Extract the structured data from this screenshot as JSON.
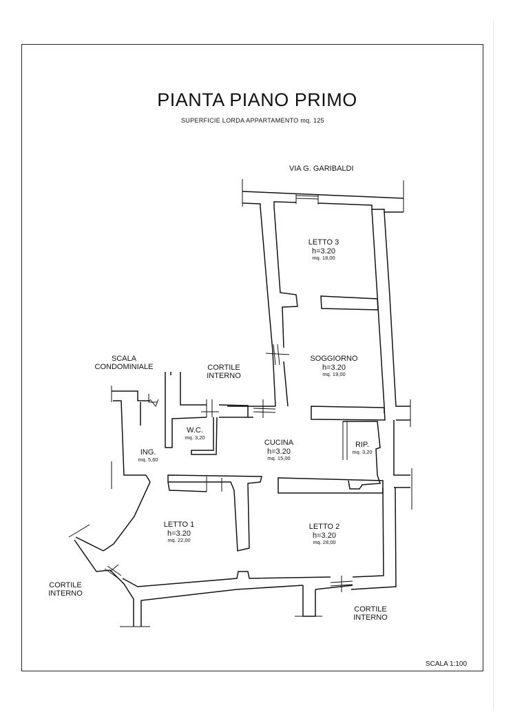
{
  "title": "PIANTA PIANO PRIMO",
  "subtitle": "SUPERFICIE LORDA APPARTAMENTO mq. 125",
  "street": "VIA G. GARIBALDI",
  "scale": "SCALA 1:100",
  "rooms": {
    "letto3": {
      "name": "LETTO 3",
      "height": "h=3.20",
      "area": "mq. 18,00"
    },
    "soggiorno": {
      "name": "SOGGIORNO",
      "height": "h=3.20",
      "area": "mq. 19,00"
    },
    "wc": {
      "name": "W.C.",
      "area": "mq. 3,20"
    },
    "ing": {
      "name": "ING.",
      "area": "mq. 5,60"
    },
    "cucina": {
      "name": "CUCINA",
      "height": "h=3.20",
      "area": "mq. 15,00"
    },
    "rip": {
      "name": "RIP.",
      "area": "mq. 3,20"
    },
    "letto1": {
      "name": "LETTO  1",
      "height": "h=3.20",
      "area": "mq. 22,00"
    },
    "letto2": {
      "name": "LETTO 2",
      "height": "h=3.20",
      "area": "mq. 28,00"
    }
  },
  "external": {
    "scala_line1": "SCALA",
    "scala_line2": "CONDOMINIALE",
    "cortile_interno_top_1": "CORTILE",
    "cortile_interno_top_2": "INTERNO",
    "cortile_interno_left_1": "CORTILE",
    "cortile_interno_left_2": "INTERNO",
    "cortile_interno_bottom_1": "CORTILE",
    "cortile_interno_bottom_2": "INTERNO"
  }
}
